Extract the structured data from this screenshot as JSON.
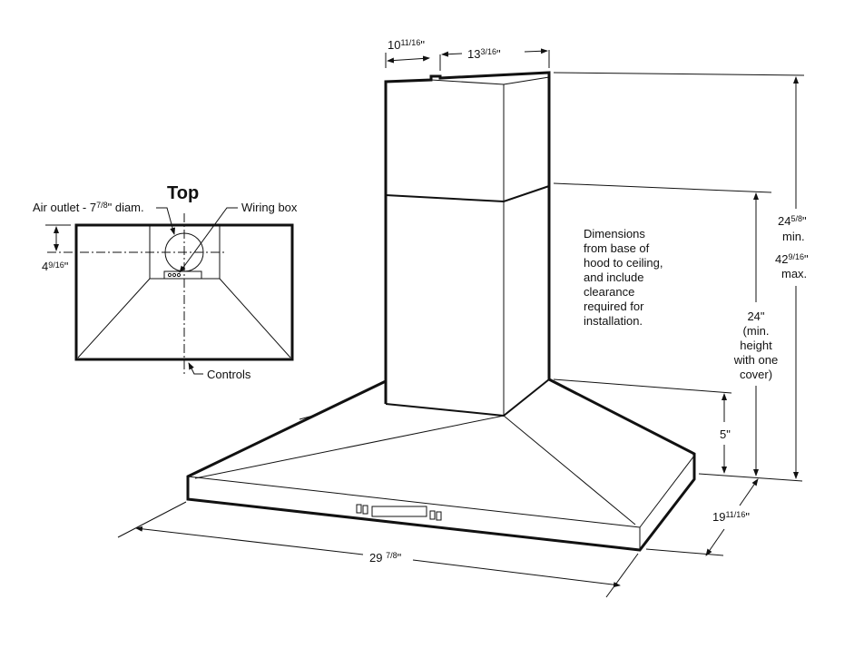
{
  "top_view": {
    "title": "Top",
    "air_outlet_label": "Air outlet - 7",
    "air_outlet_frac": "7/8",
    "air_outlet_suffix": "\" diam.",
    "wiring_box_label": "Wiring box",
    "controls_label": "Controls",
    "offset_whole": "4",
    "offset_frac": "9/16",
    "offset_suffix": "\""
  },
  "dimensions": {
    "chimney_depth_whole": "10",
    "chimney_depth_frac": "11/16",
    "chimney_depth_suffix": "\"",
    "chimney_width_whole": "13",
    "chimney_width_frac": "3/16",
    "chimney_width_suffix": "\"",
    "min_whole": "24",
    "min_frac": "5/8",
    "min_suffix": "\"",
    "min_label": "min.",
    "max_whole": "42",
    "max_frac": "9/16",
    "max_suffix": "\"",
    "max_label": "max.",
    "height_24": [
      "24\"",
      "(min.",
      "height",
      "with one",
      "cover)"
    ],
    "canopy_height": "5\"",
    "depth_whole": "19",
    "depth_frac": "11/16",
    "depth_suffix": "\"",
    "width_whole": "29 ",
    "width_frac": "7/8",
    "width_suffix": "\""
  },
  "note": [
    "Dimensions",
    "from base of",
    "hood to ceiling,",
    "and include",
    "clearance",
    "required for",
    "installation."
  ]
}
